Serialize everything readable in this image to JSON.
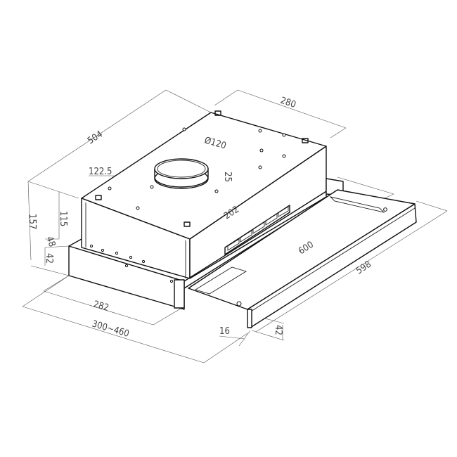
{
  "diagram": {
    "subject": "Telescopic range hood dimension drawing",
    "units": "mm",
    "dimensions": {
      "depth": "504",
      "width_body": "280",
      "duct_diameter": "Ø120",
      "duct_height": "25",
      "duct_offset": "122.5",
      "duct_to_front": "202",
      "height_total": "157",
      "height_body": "115",
      "height_step": "48",
      "height_front": "42",
      "slide_width": "600",
      "front_width": "598",
      "body_depth": "282",
      "extension_range": "300~460",
      "front_thickness": "16",
      "front_height": "42"
    }
  }
}
